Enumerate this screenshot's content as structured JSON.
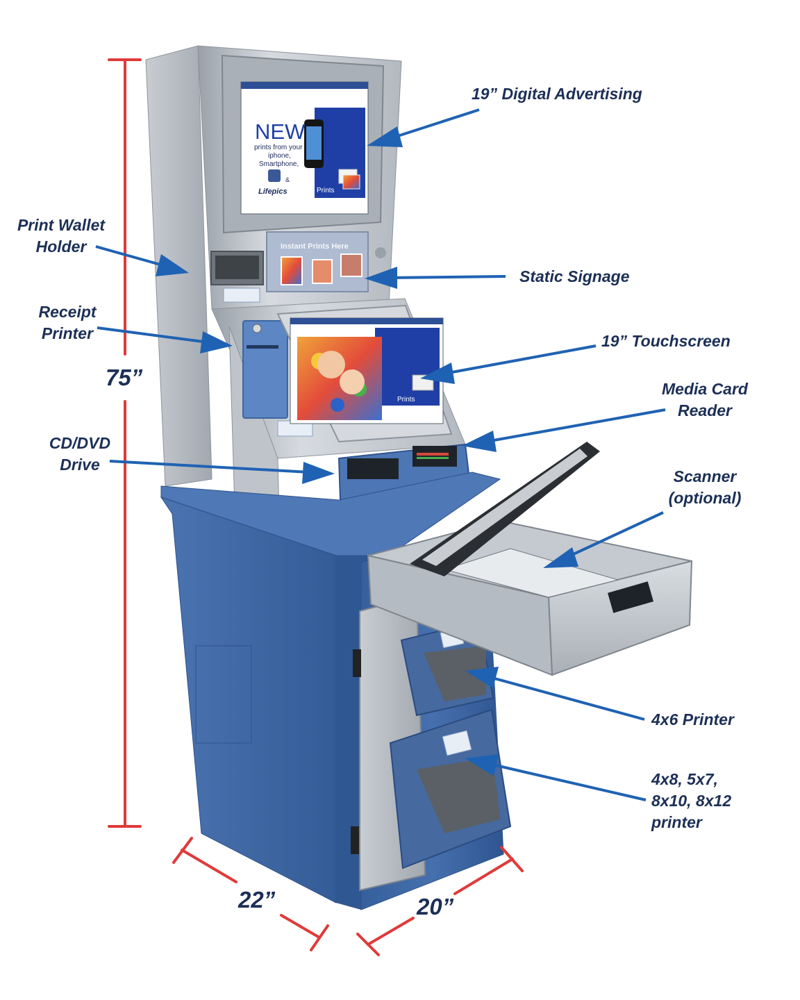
{
  "colors": {
    "dimension_lines": "#e03a3a",
    "callout_arrows": "#1f62b3",
    "label_text": "#1c2f56",
    "cabinet_blue": "#3c67a6",
    "cabinet_silver": "#c4c9cf"
  },
  "labels": {
    "digital_advertising": "19” Digital Advertising",
    "print_wallet_holder": [
      "Print Wallet",
      "Holder"
    ],
    "static_signage": "Static Signage",
    "receipt_printer": [
      "Receipt",
      "Printer"
    ],
    "touchscreen": "19” Touchscreen",
    "media_card_reader": [
      "Media Card",
      "Reader"
    ],
    "cd_dvd_drive": [
      "CD/DVD",
      "Drive"
    ],
    "scanner": [
      "Scanner",
      "(optional)"
    ],
    "printer_4x6": "4x6 Printer",
    "printer_large": [
      "4x8, 5x7,",
      "8x10, 8x12",
      "printer"
    ]
  },
  "dimensions": {
    "height": "75”",
    "width": "22”",
    "depth": "20”"
  },
  "screen_ad": {
    "headline": "NEW",
    "lines": [
      "prints from your",
      "iphone,",
      "Smartphone,"
    ],
    "amp": "&",
    "brand": "Lifepics",
    "panel_text": "Prints"
  },
  "signage": {
    "title": "Instant Prints Here"
  },
  "touchscreen_ui": {
    "panel_text": "Prints"
  }
}
